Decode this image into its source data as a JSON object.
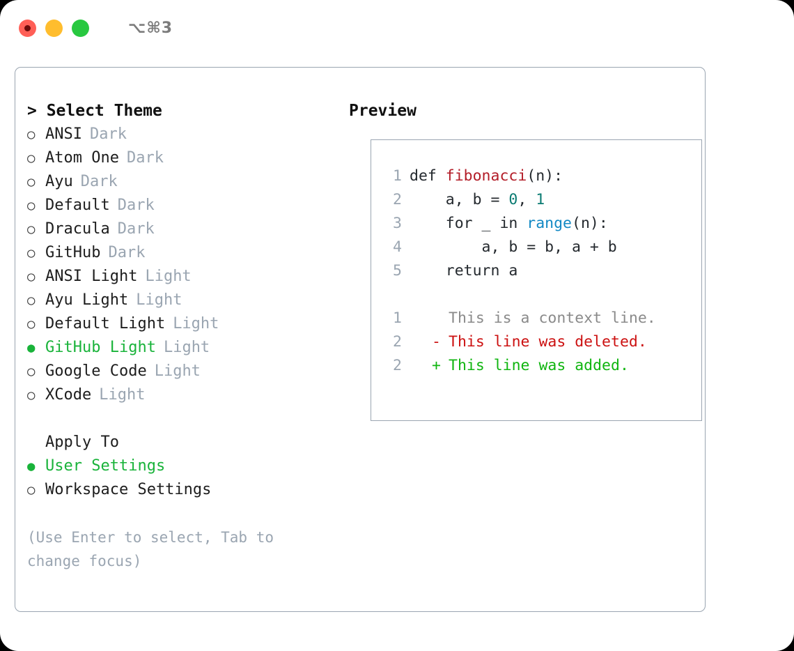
{
  "titlebar": {
    "shortcut": "⌥⌘3",
    "buttons": [
      {
        "name": "close",
        "color": "#ff5f57"
      },
      {
        "name": "minimize",
        "color": "#ffbd2e"
      },
      {
        "name": "maximize",
        "color": "#28c840"
      }
    ]
  },
  "theme_panel": {
    "heading": "> Select Theme",
    "bullet_selected": "●",
    "bullet_unselected": "○",
    "items": [
      {
        "name": "ANSI",
        "tag": "Dark",
        "selected": false
      },
      {
        "name": "Atom One",
        "tag": "Dark",
        "selected": false
      },
      {
        "name": "Ayu",
        "tag": "Dark",
        "selected": false
      },
      {
        "name": "Default",
        "tag": "Dark",
        "selected": false
      },
      {
        "name": "Dracula",
        "tag": "Dark",
        "selected": false
      },
      {
        "name": "GitHub",
        "tag": "Dark",
        "selected": false
      },
      {
        "name": "ANSI Light",
        "tag": "Light",
        "selected": false
      },
      {
        "name": "Ayu Light",
        "tag": "Light",
        "selected": false
      },
      {
        "name": "Default Light",
        "tag": "Light",
        "selected": false
      },
      {
        "name": "GitHub Light",
        "tag": "Light",
        "selected": true
      },
      {
        "name": "Google Code",
        "tag": "Light",
        "selected": false
      },
      {
        "name": "XCode",
        "tag": "Light",
        "selected": false
      }
    ]
  },
  "apply_to": {
    "heading": "Apply To",
    "items": [
      {
        "name": "User Settings",
        "selected": true
      },
      {
        "name": "Workspace Settings",
        "selected": false
      }
    ]
  },
  "hint": "(Use Enter to select, Tab to change focus)",
  "preview": {
    "heading": "Preview",
    "code_lines": [
      {
        "num": "1",
        "parts": [
          {
            "t": "def ",
            "c": "plain"
          },
          {
            "t": "fibonacci",
            "c": "fn"
          },
          {
            "t": "(n):",
            "c": "plain"
          }
        ]
      },
      {
        "num": "2",
        "parts": [
          {
            "t": "    a, b = ",
            "c": "plain"
          },
          {
            "t": "0",
            "c": "num"
          },
          {
            "t": ", ",
            "c": "plain"
          },
          {
            "t": "1",
            "c": "num"
          }
        ]
      },
      {
        "num": "3",
        "parts": [
          {
            "t": "    for _ in ",
            "c": "plain"
          },
          {
            "t": "range",
            "c": "kw"
          },
          {
            "t": "(n):",
            "c": "plain"
          }
        ]
      },
      {
        "num": "4",
        "parts": [
          {
            "t": "        a, b = b, a + b",
            "c": "plain"
          }
        ]
      },
      {
        "num": "5",
        "parts": [
          {
            "t": "    return a",
            "c": "plain"
          }
        ]
      }
    ],
    "diff_lines": [
      {
        "num": "1",
        "mark": "",
        "text": "This is a context line.",
        "kind": "ctx"
      },
      {
        "num": "2",
        "mark": "-",
        "text": "This line was deleted.",
        "kind": "del"
      },
      {
        "num": "2",
        "mark": "+",
        "text": "This line was added.",
        "kind": "add"
      }
    ]
  },
  "colors": {
    "accent_green": "#19b33a",
    "muted": "#9aa5b1",
    "diff_add": "#10b510",
    "diff_del": "#cc1111",
    "syntax_fn": "#b31d28",
    "syntax_num": "#0a7b72",
    "syntax_kw": "#1389c4"
  }
}
